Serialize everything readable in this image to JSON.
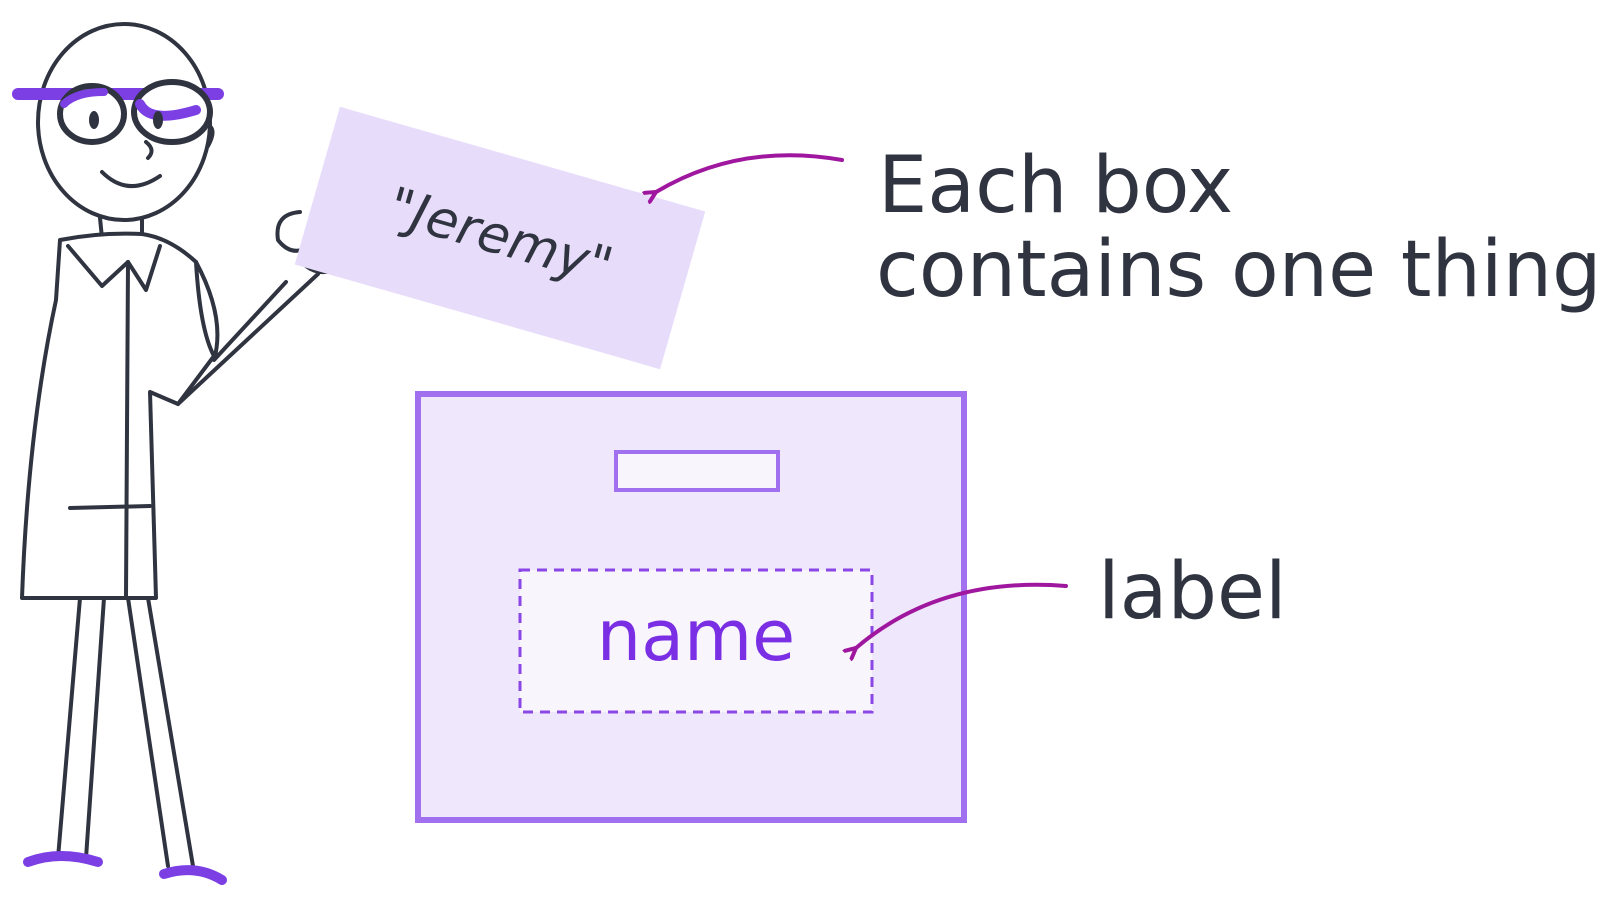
{
  "card": {
    "value": "\"Jeremy\""
  },
  "box": {
    "label_text": "name"
  },
  "annotations": {
    "card_note_line1": "Each box",
    "card_note_line2": "contains one thing.",
    "label_note": "label"
  },
  "colors": {
    "ink": "#2f3440",
    "purple_accent": "#7b3fe4",
    "arrow_magenta": "#a0179f",
    "box_fill": "#efe7fc",
    "box_stroke": "#a070ee",
    "card_fill": "#e8dcfb",
    "label_fill": "#f8f5fd"
  },
  "icons": {
    "character": "scientist-with-goggles",
    "arrows": "curved-arrow"
  }
}
